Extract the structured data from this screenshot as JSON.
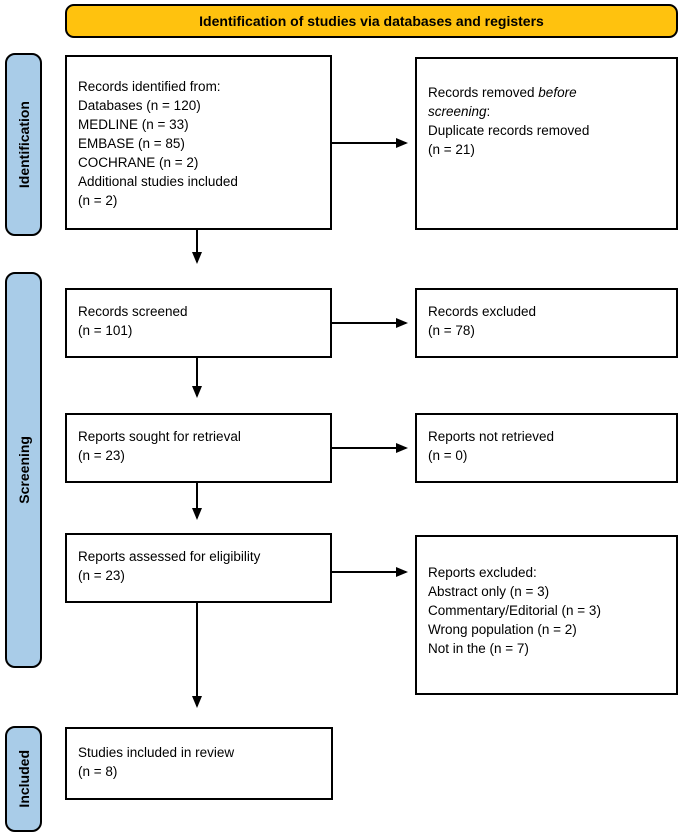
{
  "banner": {
    "label": "Identification of studies via databases and registers"
  },
  "stages": {
    "identification": "Identification",
    "screening": "Screening",
    "included": "Included"
  },
  "boxes": {
    "records_identified": {
      "lines": [
        "Records identified from:",
        "Databases (n = 120)",
        "MEDLINE (n = 33)",
        "EMBASE (n = 85)",
        "COCHRANE (n = 2)",
        "Additional studies included",
        " (n = 2)"
      ]
    },
    "records_removed": {
      "lines": [
        [
          {
            "text": "Records removed "
          },
          {
            "text": "before",
            "italic": true
          }
        ],
        [
          {
            "text": "screening",
            "italic": true
          },
          {
            "text": ":"
          }
        ],
        "Duplicate records removed",
        "(n = 21)"
      ]
    },
    "records_screened": {
      "lines": [
        "Records screened",
        "(n = 101)"
      ]
    },
    "records_excluded": {
      "lines": [
        "Records excluded",
        "(n = 78)"
      ]
    },
    "reports_sought": {
      "lines": [
        "Reports sought for retrieval",
        "(n = 23)"
      ]
    },
    "reports_not_retrieved": {
      "lines": [
        "Reports not retrieved",
        "(n = 0)"
      ]
    },
    "reports_assessed": {
      "lines": [
        "Reports assessed for eligibility",
        "(n = 23)"
      ]
    },
    "reports_excluded": {
      "lines": [
        "Reports excluded:",
        "Abstract only (n = 3)",
        "Commentary/Editorial (n = 3)",
        "Wrong population (n = 2)",
        "Not in the (n = 7)"
      ]
    },
    "studies_included": {
      "lines": [
        "Studies included in review",
        "(n = 8)"
      ]
    }
  },
  "colors": {
    "banner_fill": "#FFC20E",
    "stage_fill": "#A9CCE8",
    "border": "#000000",
    "arrow": "#000000"
  }
}
